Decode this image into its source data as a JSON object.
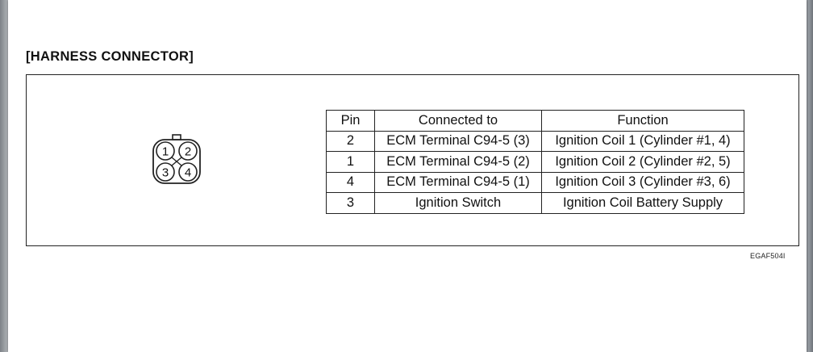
{
  "section_title": "[HARNESS CONNECTOR]",
  "connector_pins": [
    "1",
    "2",
    "3",
    "4"
  ],
  "table": {
    "headers": [
      "Pin",
      "Connected to",
      "Function"
    ],
    "rows": [
      [
        "2",
        "ECM Terminal C94-5 (3)",
        "Ignition Coil 1 (Cylinder #1, 4)"
      ],
      [
        "1",
        "ECM Terminal C94-5 (2)",
        "Ignition Coil 2 (Cylinder #2, 5)"
      ],
      [
        "4",
        "ECM Terminal C94-5 (1)",
        "Ignition Coil 3 (Cylinder #3, 6)"
      ],
      [
        "3",
        "Ignition Switch",
        "Ignition Coil Battery Supply"
      ]
    ]
  },
  "figure_id": "EGAF504I"
}
